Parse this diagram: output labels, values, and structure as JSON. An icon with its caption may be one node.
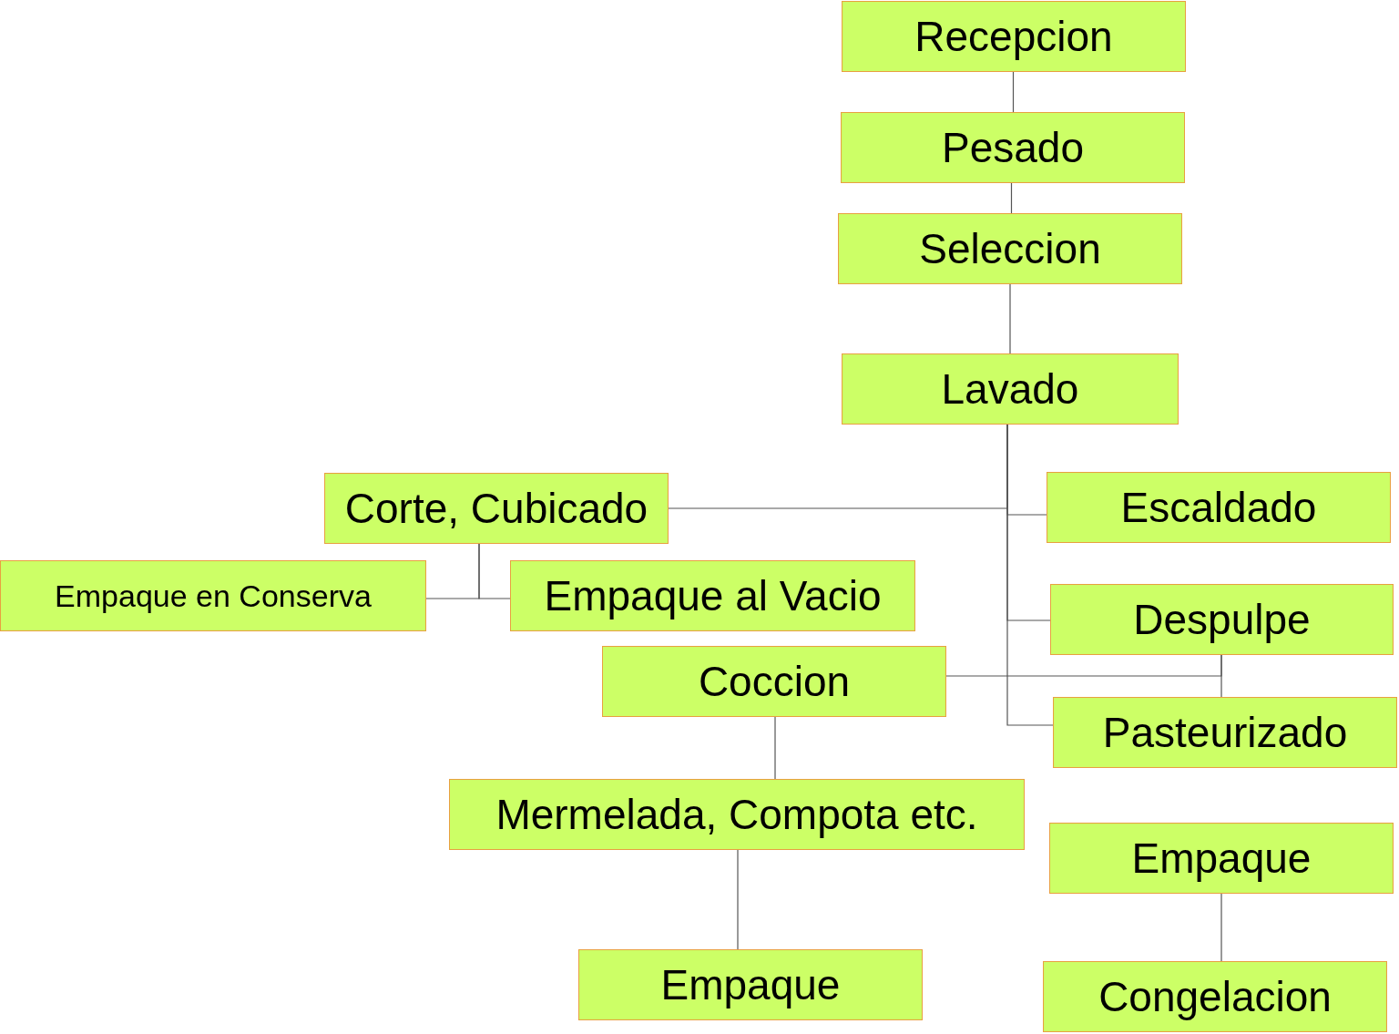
{
  "diagram": {
    "nodes": [
      {
        "text": [
          "Recepcion"
        ]
      },
      {
        "text": [
          "Pesado"
        ]
      },
      {
        "text": [
          "Seleccion"
        ]
      },
      {
        "text": [
          "Lavado"
        ]
      },
      {
        "text": [
          "Corte, Cubicado"
        ]
      },
      {
        "text": [
          "Escaldado"
        ]
      },
      {
        "text": [
          "Empaque en Conserva"
        ]
      },
      {
        "text": [
          "Empaque al Vacio"
        ]
      },
      {
        "text": [
          "Despulpe"
        ]
      },
      {
        "text": [
          "Coccion"
        ]
      },
      {
        "text": [
          "Pasteurizado"
        ]
      },
      {
        "text": [
          "Mermelada, Compota etc."
        ]
      },
      {
        "text": [
          "Empaque"
        ]
      },
      {
        "text": [
          "Empaque"
        ]
      },
      {
        "text": [
          "Congelacion"
        ]
      }
    ],
    "edges": [
      {
        "from": 0,
        "to": 1,
        "arrow": "none"
      },
      {
        "from": 1,
        "to": 2,
        "arrow": "none"
      },
      {
        "from": 2,
        "to": 3,
        "arrow": "none"
      },
      {
        "from": 3,
        "to": 4,
        "arrow": "none"
      },
      {
        "from": 3,
        "to": 5,
        "arrow": "none"
      },
      {
        "from": 3,
        "to": 8,
        "arrow": "none"
      },
      {
        "from": 3,
        "to": 10,
        "arrow": "none"
      },
      {
        "from": 4,
        "to": 6,
        "arrow": "none"
      },
      {
        "from": 4,
        "to": 7,
        "arrow": "none"
      },
      {
        "from": 8,
        "to": 9,
        "arrow": "none"
      },
      {
        "from": 8,
        "to": 10,
        "arrow": "none"
      },
      {
        "from": 9,
        "to": 11,
        "arrow": "none"
      },
      {
        "from": 11,
        "to": 13,
        "arrow": "none"
      },
      {
        "from": 12,
        "to": 14,
        "arrow": "none"
      }
    ]
  }
}
